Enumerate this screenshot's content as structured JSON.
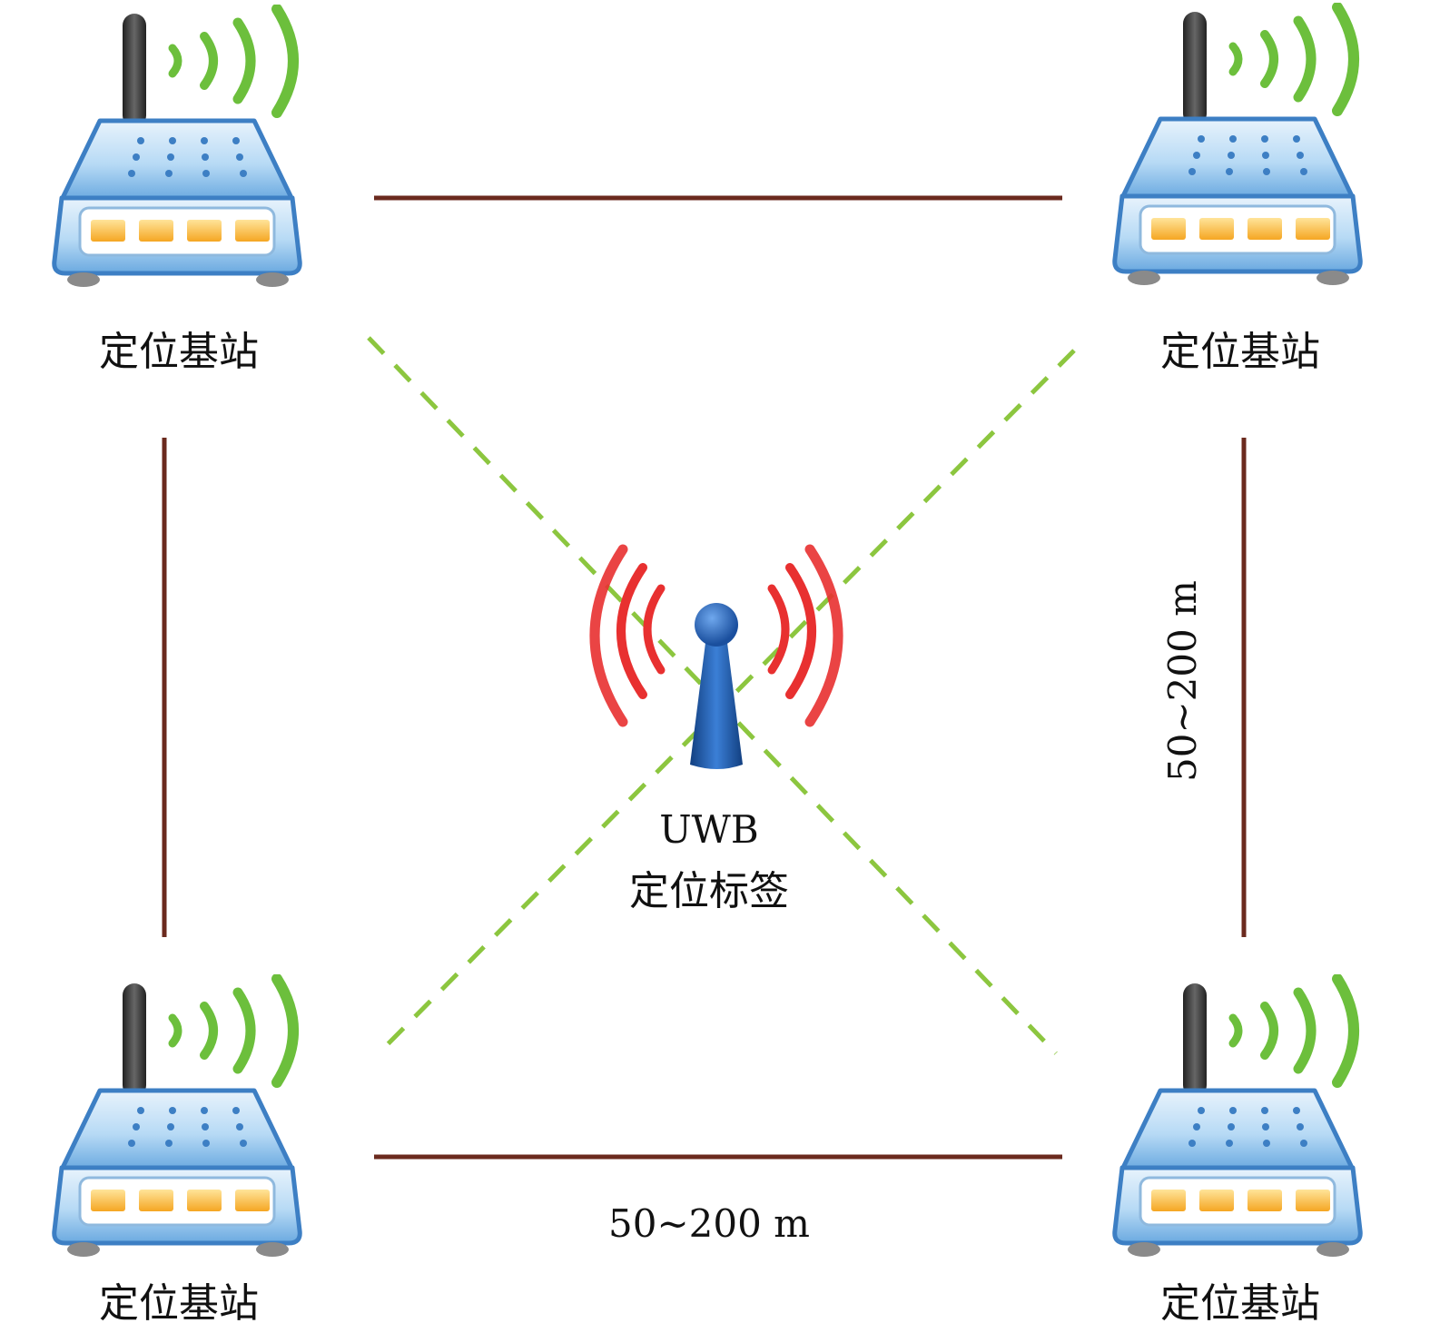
{
  "station_label": "定位基站",
  "stations": [
    {
      "id": "station-top-left",
      "label": "定位基站"
    },
    {
      "id": "station-top-right",
      "label": "定位基站"
    },
    {
      "id": "station-bottom-left",
      "label": "定位基站"
    },
    {
      "id": "station-bottom-right",
      "label": "定位基站"
    }
  ],
  "tag": {
    "line1": "UWB",
    "line2": "定位标签"
  },
  "distance_horizontal": "50~200 m",
  "distance_vertical": "50~200 m",
  "colors": {
    "distance_line": "#6b2a1e",
    "signal_link": "#8cc63f",
    "station_body": "#a9d2f2",
    "station_outline": "#3d7fc4",
    "station_led": "#f6b235",
    "station_antenna": "#333333",
    "station_waves": "#6cbf3c",
    "tag_body": "#1f5fb0",
    "tag_waves": "#e83030"
  },
  "icons": [
    "router-icon",
    "uwb-tag-icon"
  ]
}
